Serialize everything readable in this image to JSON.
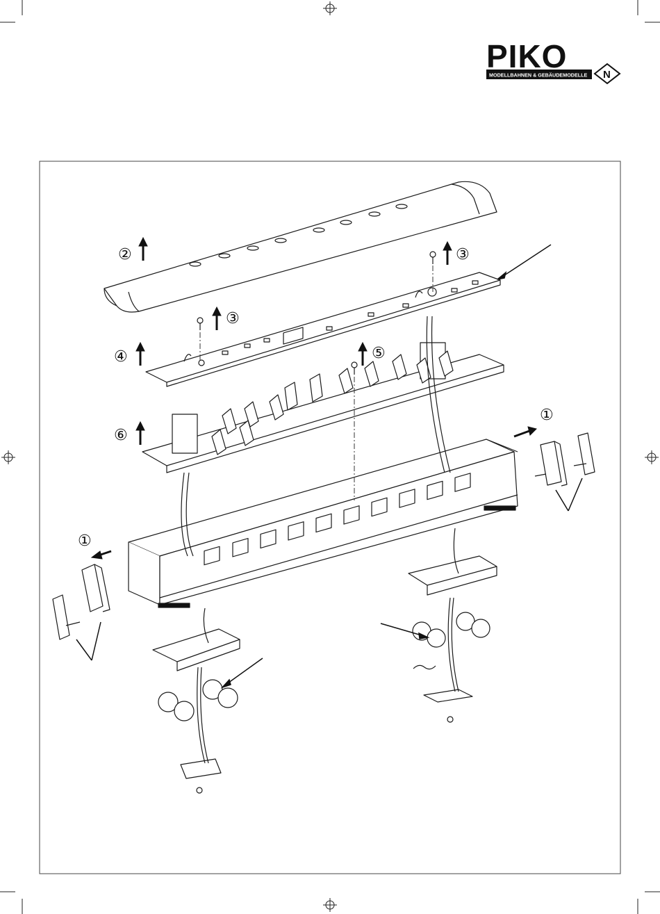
{
  "brand": {
    "name": "PIKO",
    "tagline": "MODELLBAHNEN & GEBÄUDEMODELLE",
    "scale_badge": "N"
  },
  "steps": {
    "s1_right": "①",
    "s1_left": "①",
    "s2": "②",
    "s3_right": "③",
    "s3_left": "③",
    "s4": "④",
    "s5": "⑤",
    "s6": "⑥"
  },
  "colors": {
    "line": "#1a1a1a",
    "fill": "#ffffff",
    "dark": "#111111",
    "shade": "#dddddd"
  }
}
